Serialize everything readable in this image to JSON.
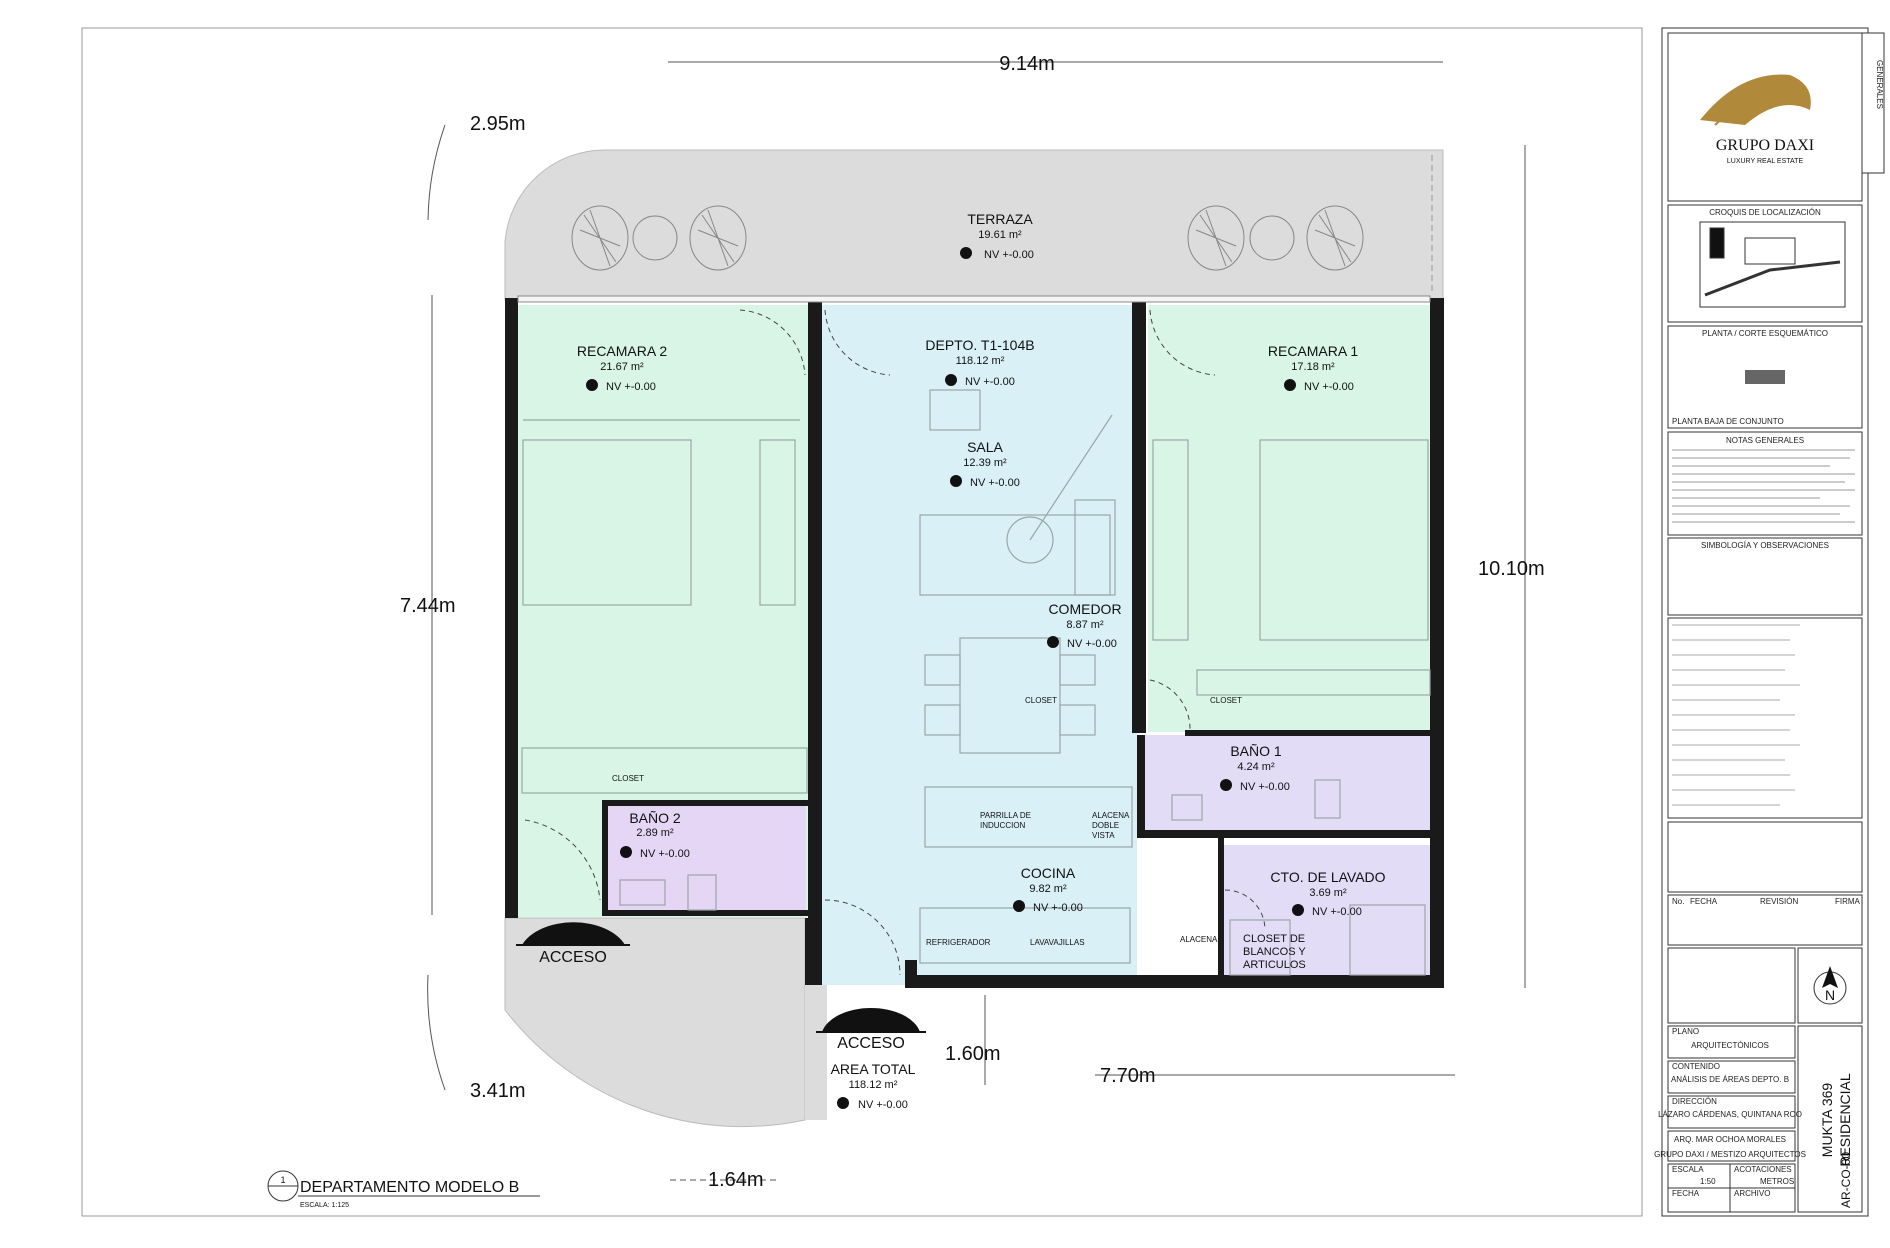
{
  "title": "DEPARTAMENTO MODELO B",
  "view_number": "1",
  "scale": "ESCALA: 1:125",
  "dimensions": {
    "top_width": "9.14m",
    "top_arc": "2.95m",
    "left_height": "7.44m",
    "right_height": "10.10m",
    "bottom_arc": "3.41m",
    "bottom_small": "1.64m",
    "bottom_entry": "1.60m",
    "bottom_width": "7.70m"
  },
  "rooms": {
    "terraza": {
      "name": "TERRAZA",
      "area": "19.61 m²",
      "level": "NV +-0.00"
    },
    "recamara2": {
      "name": "RECAMARA 2",
      "area": "21.67 m²",
      "level": "NV +-0.00"
    },
    "depto": {
      "name": "DEPTO. T1-104B",
      "area": "118.12 m²",
      "level": "NV +-0.00"
    },
    "recamara1": {
      "name": "RECAMARA 1",
      "area": "17.18 m²",
      "level": "NV +-0.00"
    },
    "sala": {
      "name": "SALA",
      "area": "12.39 m²",
      "level": "NV +-0.00"
    },
    "comedor": {
      "name": "COMEDOR",
      "area": "8.87 m²",
      "level": "NV +-0.00"
    },
    "bano1": {
      "name": "BAÑO 1",
      "area": "4.24 m²",
      "level": "NV +-0.00"
    },
    "bano2": {
      "name": "BAÑO 2",
      "area": "2.89 m²",
      "level": "NV +-0.00"
    },
    "cocina": {
      "name": "COCINA",
      "area": "9.82 m²",
      "level": "NV +-0.00"
    },
    "lavado": {
      "name": "CTO. DE LAVADO",
      "area": "3.69 m²",
      "level": "NV +-0.00"
    },
    "total": {
      "name": "AREA TOTAL",
      "area": "118.12 m²",
      "level": "NV +-0.00"
    }
  },
  "fixtures": {
    "closet_r2": "CLOSET",
    "closet_center": "CLOSET",
    "closet_r1": "CLOSET",
    "parrilla_1": "PARRILLA DE",
    "parrilla_2": "INDUCCION",
    "alacena_1": "ALACENA",
    "alacena_2": "DOBLE",
    "alacena_3": "VISTA",
    "refrigerador": "REFRIGERADOR",
    "lavavajillas": "LAVAVAJILLAS",
    "alacena_k": "ALACENA",
    "closet_bl_1": "CLOSET DE",
    "closet_bl_2": "BLANCOS Y",
    "closet_bl_3": "ARTICULOS"
  },
  "access": {
    "left": "ACCESO",
    "bottom": "ACCESO"
  },
  "title_block": {
    "tab_label": "GENERALES",
    "logo_name": "GRUPO DAXI",
    "logo_tagline": "LUXURY REAL ESTATE",
    "croquis": "CROQUIS DE LOCALIZACIÓN",
    "planta_corte": "PLANTA / CORTE ESQUEMÁTICO",
    "planta_baja": "PLANTA BAJA DE CONJUNTO",
    "notas": "NOTAS GENERALES",
    "simbologia": "SIMBOLOGÍA Y OBSERVACIONES",
    "rev_no": "No.",
    "rev_fecha": "FECHA",
    "rev_revision": "REVISIÓN",
    "rev_firma": "FIRMA",
    "plano_label": "PLANO",
    "plano": "ARQUITECTÓNICOS",
    "contenido_label": "CONTENIDO",
    "contenido": "ANÁLISIS DE ÁREAS DEPTO. B",
    "direccion_label": "DIRECCIÓN",
    "direccion": "LÁZARO CÁRDENAS, QUINTANA ROO",
    "proyecto": "ARQ. MAR OCHOA MORALES",
    "desarrollo": "GRUPO DAXI / MESTIZO ARQUITECTOS",
    "escala_label": "ESCALA",
    "escala": "1:50",
    "acotaciones_label": "ACOTACIONES",
    "acotaciones": "METROS",
    "fecha_label": "FECHA",
    "archivo_label": "ARCHIVO",
    "project_1": "MUKTA 369",
    "project_2": "RESIDENCIAL",
    "sheet": "AR-CO-00",
    "north": "N"
  },
  "colors": {
    "bedroom": "#d9f5e6",
    "living": "#daf0f7",
    "bath": "#e3dcf7",
    "bath2": "#e6d6f5",
    "terrace": "#dcdcdc",
    "wall": "#1a1a1a",
    "logo_gold": "#b08a3a"
  }
}
